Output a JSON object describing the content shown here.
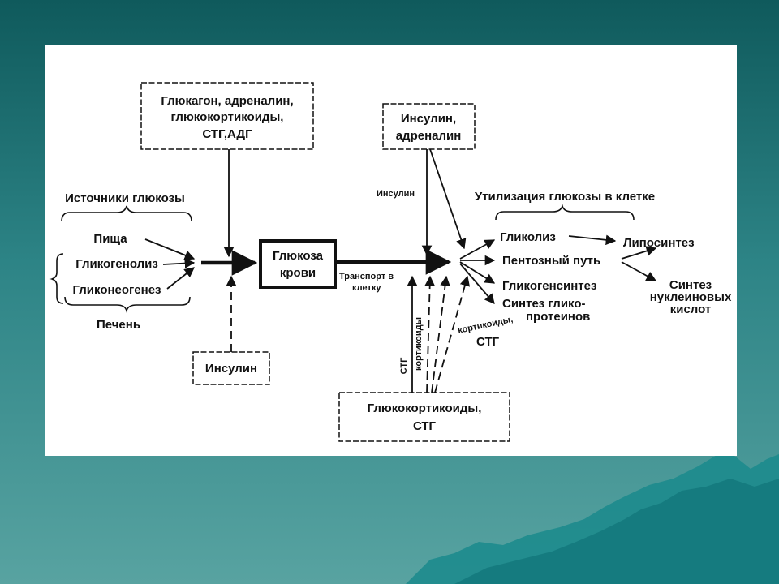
{
  "diagram": {
    "boxes": {
      "hormones_up": [
        "Глюкагон, адреналин,",
        "глюкокортикоиды,",
        "СТГ,АДГ"
      ],
      "insulin_adrenaline": [
        "Инсулин,",
        "адреналин"
      ],
      "glucose": [
        "Глюкоза",
        "крови"
      ],
      "insulin_bottom": [
        "Инсулин"
      ],
      "glucocorticoids": [
        "Глюкокортикоиды,",
        "СТГ"
      ]
    },
    "sources_title": "Источники глюкозы",
    "sources": [
      "Пища",
      "Гликогенолиз",
      "Гликонеогенез"
    ],
    "liver": "Печень",
    "transport": [
      "Транспорт в",
      "клетку"
    ],
    "insulin_label": "Инсулин",
    "utilization_title": "Утилизация глюкозы в клетке",
    "utilization": [
      "Гликолиз",
      "Пентозный путь",
      "Гликогенсинтез",
      "Синтез глико-",
      "протеинов"
    ],
    "lipo": "Липосинтез",
    "nucleic": [
      "Синтез",
      "нуклеиновых",
      "кислот"
    ],
    "stg_vertical": "СТГ",
    "corticoids_vertical": "кортикоиды",
    "corticoids_stg": [
      "кортикоиды,",
      "СТГ"
    ]
  }
}
